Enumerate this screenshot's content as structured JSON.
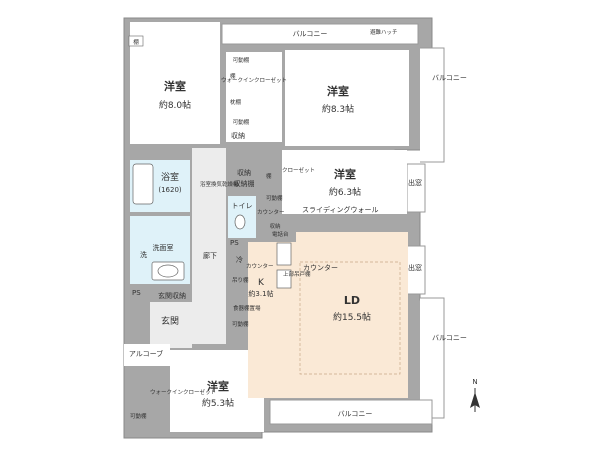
{
  "rooms": {
    "nw": {
      "name": "洋室",
      "size": "約8.0帖"
    },
    "ne": {
      "name": "洋室",
      "size": "約8.3帖"
    },
    "mid": {
      "name": "洋室",
      "size": "約6.3帖"
    },
    "sw": {
      "name": "洋室",
      "size": "約5.3帖"
    },
    "ld": {
      "name": "LD",
      "size": "約15.5帖"
    },
    "kitchen": {
      "name": "K",
      "size": "約3.1帖"
    },
    "bath": {
      "name": "浴室",
      "size": "(1620)"
    },
    "washroom": "洗面室",
    "toilet": "トイレ",
    "entrance": "玄関",
    "corridor": "廊下",
    "alcove": "アルコーブ"
  },
  "storage": {
    "nw_cap": "棚",
    "movable_1": "可動棚",
    "movable_2": "可動棚",
    "movable_3": "可動棚",
    "movable_4": "可動棚",
    "movable_5": "可動棚",
    "storage_1": "収納",
    "storage_2": "収納",
    "storage_3": "収納",
    "storage_4": "収納棚",
    "wic_main": "ウォークインクローゼット",
    "wic_sw": "ウォークインクローゼット",
    "shelf_a": "棚",
    "shelf_b": "棚",
    "shelf_c": "枕棚",
    "closet_mid": "クローゼット",
    "pantry": "食器棚置場",
    "entrance_storage": "玄関収納",
    "hanger": "吊り棚",
    "upper": "上部吊戸棚",
    "counter_1": "カウンター",
    "counter_2": "カウンター",
    "counter_3": "カウンター",
    "fridge": "冷",
    "phone": "電話台",
    "sliding": "スライディングウォール",
    "wash_mark": "洗",
    "ps_1": "PS",
    "ps_2": "PS",
    "bath_note": "浴室換気乾燥機"
  },
  "exterior": {
    "balcony_top": "バルコニー",
    "balcony_right_top": "バルコニー",
    "balcony_right_bottom": "バルコニー",
    "balcony_bottom": "バルコニー",
    "hatch": "避難ハッチ",
    "window_1": "出窓",
    "window_2": "出窓"
  },
  "compass": "N",
  "colors": {
    "wall": "#a7a7a7",
    "room": "#ffffff",
    "ld_floor": "#fae9d6",
    "wet": "#dff2f9",
    "tile": "#ececec"
  }
}
